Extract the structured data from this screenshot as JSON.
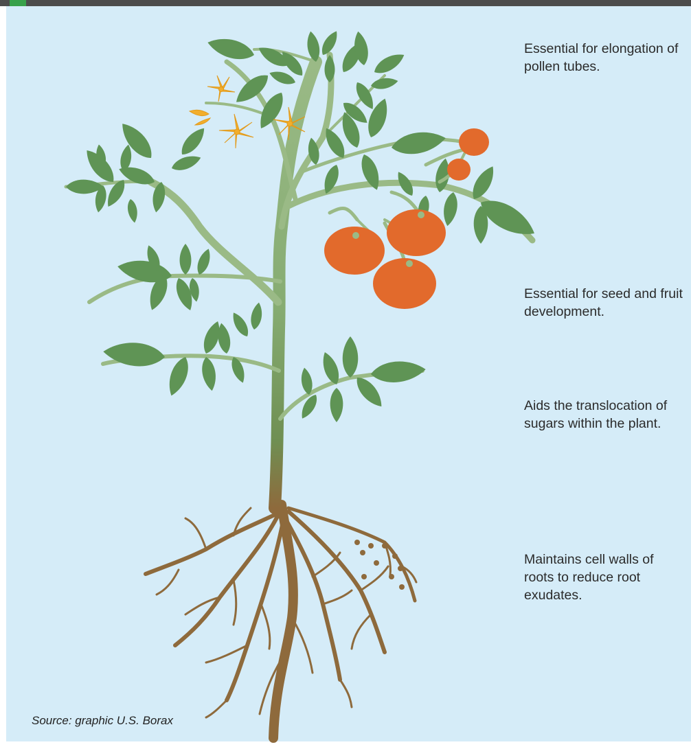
{
  "labels": {
    "pollen": "Essential for elongation of pollen tubes.",
    "seed": "Essential for seed and fruit development.",
    "sugars": "Aids the translocation of sugars within the plant.",
    "roots": "Maintains cell walls of roots to reduce root exudates."
  },
  "source": "Source: graphic U.S. Borax",
  "colors": {
    "background": "#d5ecf8",
    "stem": "#9aba86",
    "leaf": "#5f9455",
    "flower": "#f2ae2c",
    "fruit": "#e26a2c",
    "root": "#8e6a3c"
  }
}
